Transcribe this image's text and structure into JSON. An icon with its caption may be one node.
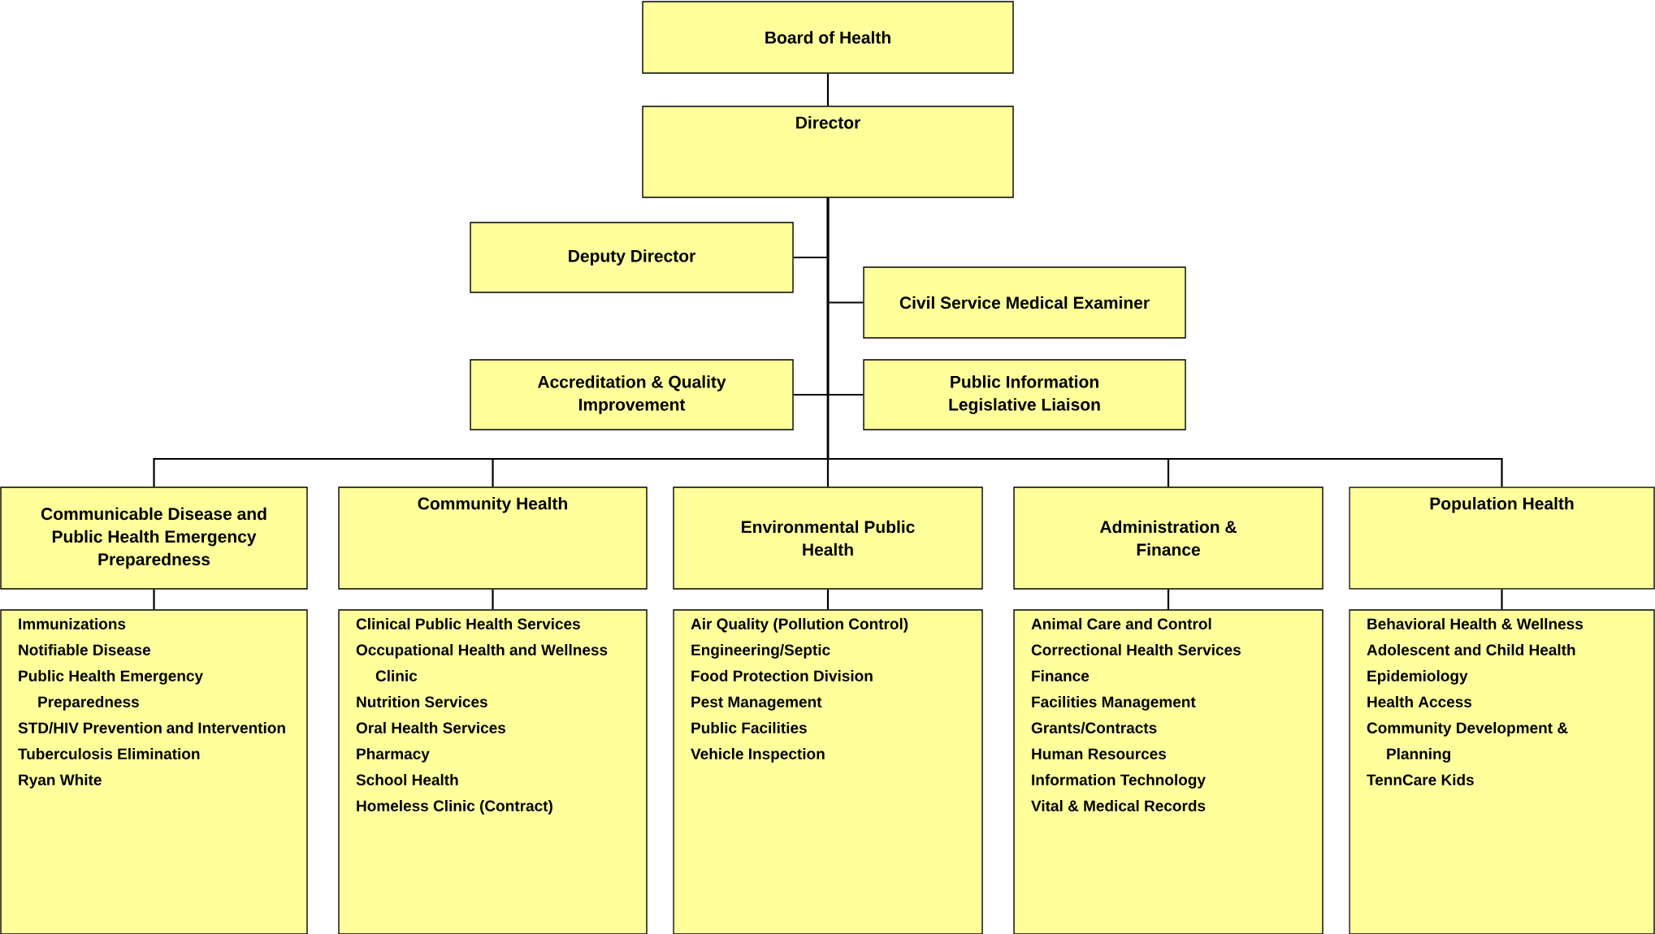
{
  "diagram": {
    "nodes": [
      {
        "text": [
          "Board of Health"
        ]
      },
      {
        "text": [
          "Director"
        ]
      },
      {
        "text": [
          "Deputy Director"
        ]
      },
      {
        "text": [
          "Civil Service Medical Examiner"
        ]
      },
      {
        "text": [
          "Accreditation & Quality Improvement"
        ]
      },
      {
        "text": [
          "Public Information Legislative Liaison"
        ]
      },
      {
        "text": [
          "Communicable Disease and Public Health Emergency Preparedness"
        ]
      },
      {
        "text": [
          "Community Health"
        ]
      },
      {
        "text": [
          "Environmental Public Health"
        ]
      },
      {
        "text": [
          "Administration & Finance"
        ]
      },
      {
        "text": [
          "Population Health"
        ]
      },
      {
        "text": [
          "Immunizations",
          "Notifiable Disease",
          "Public Health Emergency Preparedness",
          "STD/HIV Prevention and Intervention",
          "Tuberculosis Elimination",
          "Ryan White"
        ]
      },
      {
        "text": [
          "Clinical Public Health Services",
          "Occupational Health and Wellness Clinic",
          "Nutrition Services",
          "Oral Health Services",
          "Pharmacy",
          "School Health",
          "Homeless Clinic (Contract)"
        ]
      },
      {
        "text": [
          "Air Quality (Pollution Control)",
          "Engineering/Septic",
          "Food Protection Division",
          "Pest Management",
          "Public Facilities",
          "Vehicle  Inspection"
        ]
      },
      {
        "text": [
          "Animal Care and Control",
          "Correctional Health Services",
          "Finance",
          "Facilities Management",
          "Grants/Contracts",
          "Human Resources",
          "Information Technology",
          "Vital & Medical Records"
        ]
      },
      {
        "text": [
          "Behavioral Health & Wellness",
          "Adolescent and Child Health",
          "Epidemiology",
          "Health Access",
          "Community Development & Planning",
          "TennCare Kids"
        ]
      }
    ],
    "edges": [
      {
        "from": 0,
        "to": 1,
        "arrow": "none"
      },
      {
        "from": 1,
        "to": 2,
        "arrow": "none"
      },
      {
        "from": 1,
        "to": 3,
        "arrow": "none"
      },
      {
        "from": 1,
        "to": 4,
        "arrow": "none"
      },
      {
        "from": 1,
        "to": 5,
        "arrow": "none"
      },
      {
        "from": 1,
        "to": 6,
        "arrow": "none"
      },
      {
        "from": 1,
        "to": 7,
        "arrow": "none"
      },
      {
        "from": 1,
        "to": 8,
        "arrow": "none"
      },
      {
        "from": 1,
        "to": 9,
        "arrow": "none"
      },
      {
        "from": 1,
        "to": 10,
        "arrow": "none"
      },
      {
        "from": 6,
        "to": 11,
        "arrow": "none"
      },
      {
        "from": 7,
        "to": 12,
        "arrow": "none"
      },
      {
        "from": 8,
        "to": 13,
        "arrow": "none"
      },
      {
        "from": 9,
        "to": 14,
        "arrow": "none"
      },
      {
        "from": 10,
        "to": 15,
        "arrow": "none"
      }
    ]
  }
}
